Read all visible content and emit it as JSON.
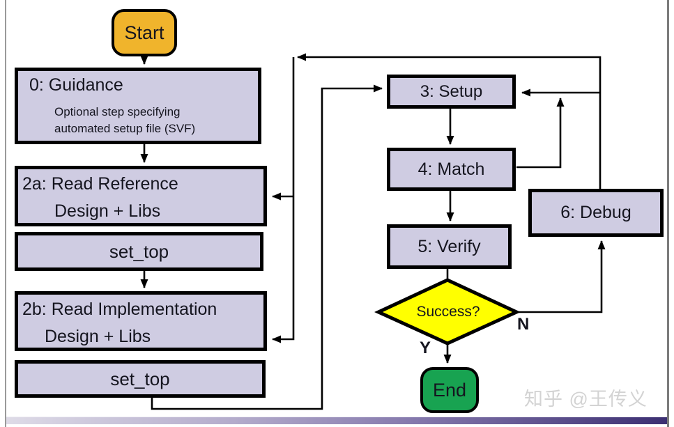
{
  "page": {
    "watermark": "知乎 @王传义"
  },
  "nodes": {
    "start": {
      "label": "Start"
    },
    "guidance": {
      "title": "0: Guidance",
      "desc_line1": "Optional step specifying",
      "desc_line2": "automated setup file (SVF)"
    },
    "read_reference": {
      "line1": "2a: Read Reference",
      "line2": "Design + Libs"
    },
    "set_top_1": {
      "label": "set_top"
    },
    "read_implementation": {
      "line1": "2b: Read Implementation",
      "line2": "Design + Libs"
    },
    "set_top_2": {
      "label": "set_top"
    },
    "setup": {
      "label": "3: Setup"
    },
    "match": {
      "label": "4: Match"
    },
    "verify": {
      "label": "5: Verify"
    },
    "debug": {
      "label": "6: Debug"
    },
    "decision": {
      "label": "Success?"
    },
    "end": {
      "label": "End"
    }
  },
  "edge_labels": {
    "yes": "Y",
    "no": "N"
  },
  "colors": {
    "start_fill": "#F0B42C",
    "process_fill": "#CFCCE2",
    "decision_fill": "#FFFF00",
    "end_fill": "#18A351",
    "line_color": "#000000",
    "watermark_color": "#D3D3D3",
    "bar_left": "#DEDBE7",
    "bar_mid": "#8478AC",
    "bar_right": "#3C2F72"
  }
}
